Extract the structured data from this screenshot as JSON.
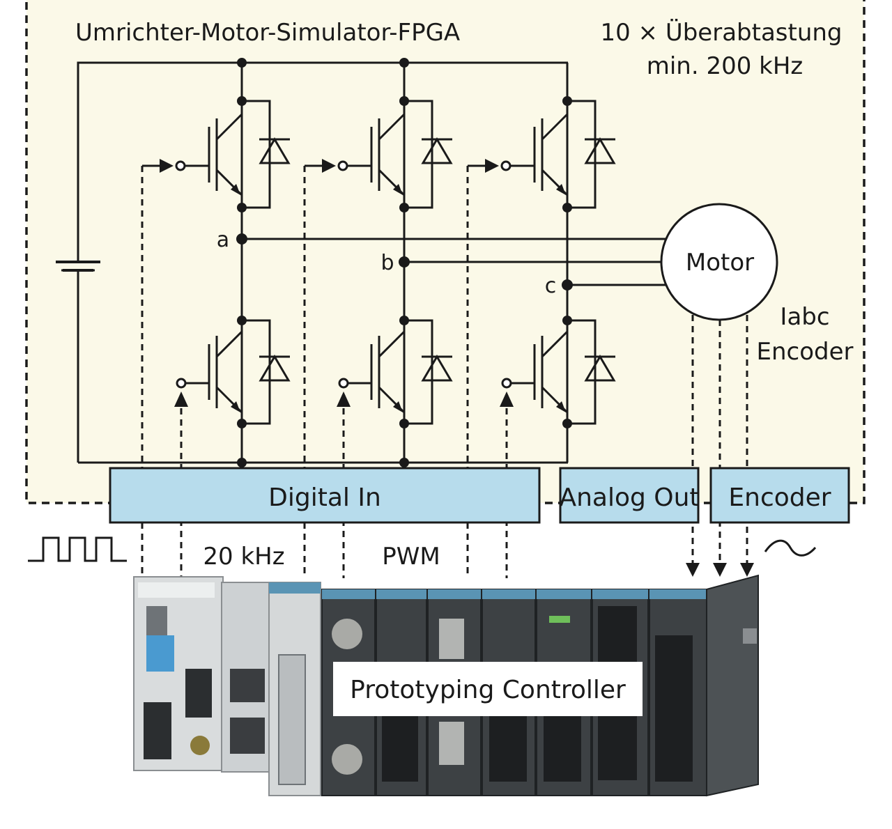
{
  "fpga_title": "Umrichter-Motor-Simulator-FPGA",
  "oversampling": {
    "line1": "10 × Überabtastung",
    "line2": "min. 200 kHz"
  },
  "phases": [
    "a",
    "b",
    "c"
  ],
  "motor_label": "Motor",
  "feedback": {
    "line1": "Iabc",
    "line2": "Encoder"
  },
  "io_blocks": {
    "digital_in": "Digital In",
    "analog_out": "Analog Out",
    "encoder": "Encoder"
  },
  "signals": {
    "frequency": "20 kHz",
    "pwm": "PWM"
  },
  "controller_label": "Prototyping Controller",
  "colors": {
    "fpga_background": "#fbf9e8",
    "io_block_fill": "#b7dcec",
    "line": "#1a1a1a"
  }
}
